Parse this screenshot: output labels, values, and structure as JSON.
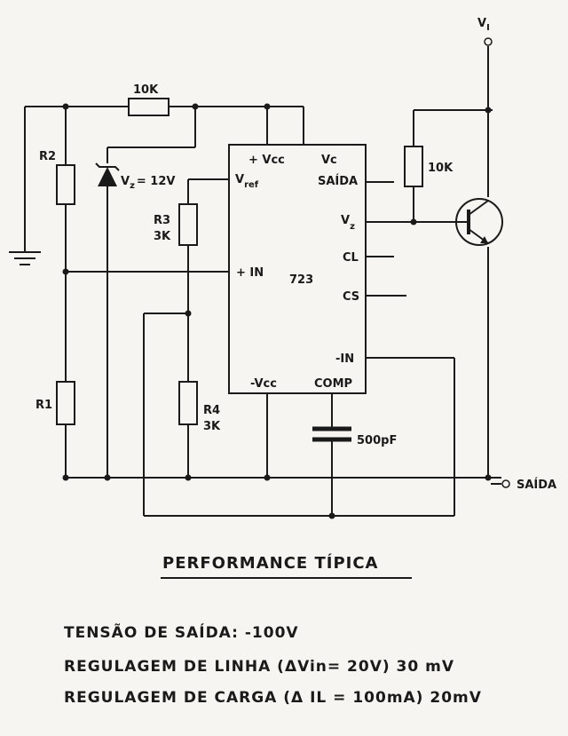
{
  "labels": {
    "vi": "V",
    "vi_sub": "I",
    "r_top": "10K",
    "r2": "R2",
    "r1": "R1",
    "r3": "R3",
    "r3_val": "3K",
    "r4": "R4",
    "r4_val": "3K",
    "vz_diode": "V",
    "vz_diode_sub": "z",
    "vz_diode_val": "= 12V",
    "r_base": "10K",
    "cap": "500pF",
    "saida_out": "SAÍDA"
  },
  "ic": {
    "name": "723",
    "pin_vcc_pos": "+ Vcc",
    "pin_vc": "Vc",
    "pin_vref": "V",
    "pin_vref_sub": "ref",
    "pin_saida": "SAÍDA",
    "pin_vz": "V",
    "pin_vz_sub": "z",
    "pin_cl": "CL",
    "pin_in_pos": "+ IN",
    "pin_cs": "CS",
    "pin_in_neg": "-IN",
    "pin_vcc_neg": "-Vcc",
    "pin_comp": "COMP"
  },
  "performance": {
    "title": "PERFORMANCE TÍPICA",
    "line1": "TENSÃO DE SAÍDA: -100V",
    "line2": "REGULAGEM DE LINHA (ΔVin= 20V) 30 mV",
    "line3": "REGULAGEM DE CARGA (Δ IL = 100mA) 20mV"
  }
}
